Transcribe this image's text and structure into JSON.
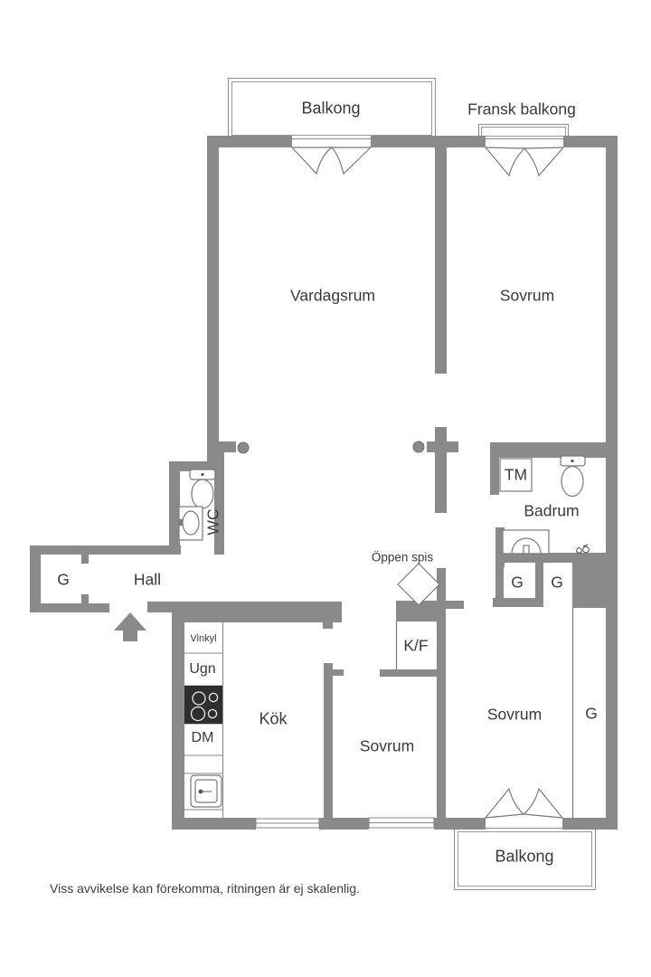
{
  "colors": {
    "wall": "#8a8a8a",
    "outline": "#7a7a7a",
    "text": "#3a3a3a",
    "stove": "#2e2e2e"
  },
  "rooms": {
    "vardagsrum": "Vardagsrum",
    "sovrum_top": "Sovrum",
    "sovrum_mid": "Sovrum",
    "sovrum_right": "Sovrum",
    "hall": "Hall",
    "kok": "Kök",
    "badrum": "Badrum",
    "wc": "WC"
  },
  "balconies": {
    "top": "Balkong",
    "french": "Fransk balkong",
    "bottom": "Balkong"
  },
  "fixtures": {
    "tm": "TM",
    "kf": "K/F",
    "dm": "DM",
    "ugn": "Ugn",
    "vinkyl": "Vinkyl",
    "oppen_spis": "Öppen spis",
    "g": "G"
  },
  "icons": [
    "toilet-icon",
    "sink-icon",
    "stove-icon",
    "kitchen-sink-icon",
    "faucet-icon",
    "entrance-arrow-icon",
    "fireplace-diamond-icon",
    "door-swing-icon",
    "window-icon",
    "door-pivot-dot"
  ],
  "footer": {
    "disclaimer": "Viss avvikelse kan förekomma, ritningen är ej skalenlig."
  }
}
